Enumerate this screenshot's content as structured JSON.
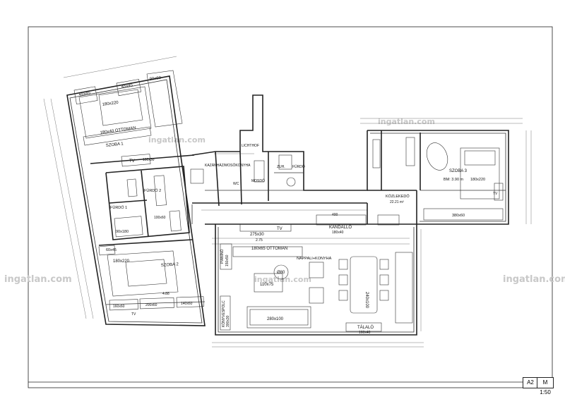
{
  "watermark": {
    "text": "ingatlan.com"
  },
  "sheet": {
    "size": "A2",
    "scale": "M 1:50"
  },
  "labels": {
    "ottoman_top": "180x40 OTTOMAN",
    "bed_top": "180x220",
    "wardrobe_tl": "45x45",
    "wardrobe_tm": "45x45",
    "closet_tr": "90x60",
    "szoba1": "SZOBA 1",
    "tv_r1": "TV",
    "size_100x30": "100x30",
    "furdo1": "FÜRDŐ 1",
    "furdo2": "FÜRDŐ 2",
    "bed_90": "90x180",
    "size_60x45": "60x45",
    "size_100x60": "100x60",
    "kazan": "KAZÁNHÁZ/MOSÓKONYHA",
    "lichtof": "LICHTHOF",
    "mosdo": "MOSDÓ",
    "wc": "WC",
    "zuh": "ZUH.",
    "furdo_small": "FÜRDŐ",
    "szoba2": "SZOBA 2",
    "bed_bottom": "180x220",
    "tv_r2": "TV",
    "size_160x60": "160x60",
    "size_200x60": "200x60",
    "size_140x60": "140x60",
    "szoba3": "SZOBA 3",
    "szoba3_area": "BM: 3.90 m",
    "bed_r3": "180x220",
    "size_380x60": "380x60",
    "tv_r3": "TV",
    "kozlekedo": "KÖZLEKEDŐ",
    "kozlekedo_area": "22.21 m²",
    "kandallo": "KANDALLÓ",
    "kandallo_size": "180x40",
    "tv_main": "TV",
    "size_275x30": "275x30",
    "ottoman_main": "180x65 OTTOMAN",
    "nappali": "NAPPALI+KONYHA",
    "pianino": "PIANÍNÓ",
    "pianino_size": "150x50",
    "table": "240x100",
    "round_table": "Ø80",
    "coffee": "110x75",
    "sofa": "280x100",
    "talalo": "TÁLALÓ",
    "talalo_size": "160x40",
    "konyvespolc": "KÖNYVESPOLC",
    "size_300x30": "300x30",
    "size_400": "400",
    "size_488": "4.88",
    "size_275": "2.75"
  }
}
